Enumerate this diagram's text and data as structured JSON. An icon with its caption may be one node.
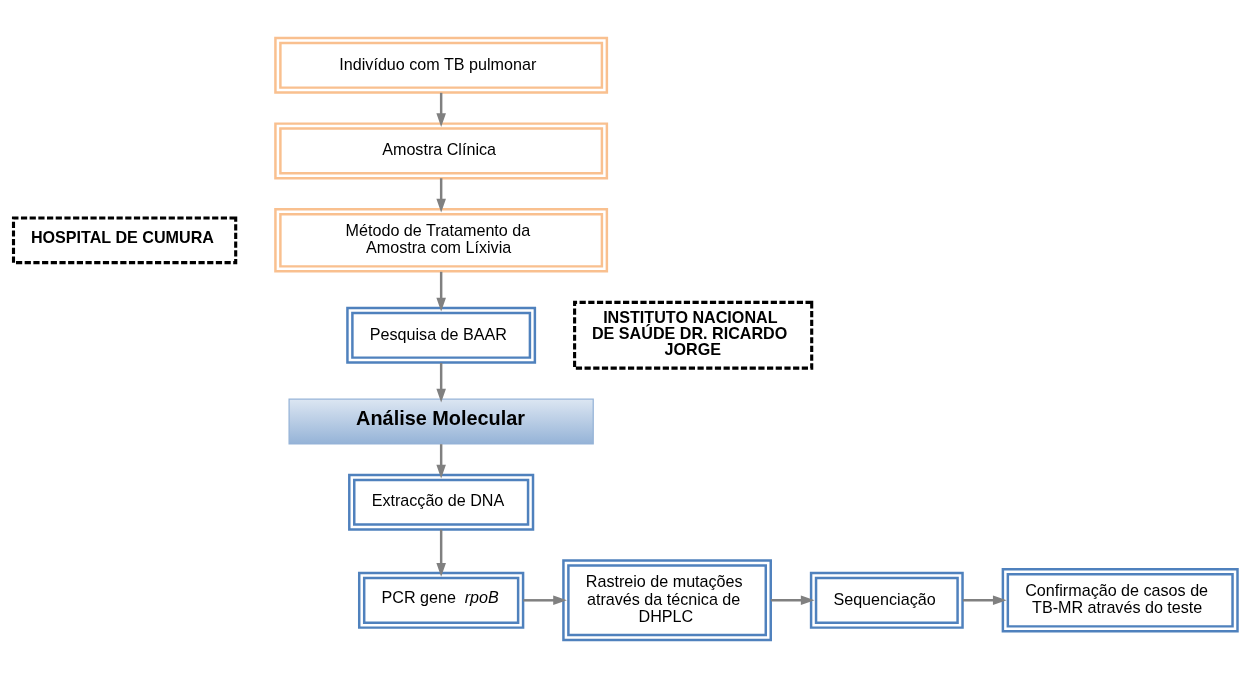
{
  "diagram": {
    "nodes": [
      {
        "text": [
          "Indivíduo com TB pulmonar"
        ]
      },
      {
        "text": [
          "Amostra Clínica"
        ]
      },
      {
        "text": [
          "Método de Tratamento da Amostra com Líxivia"
        ]
      },
      {
        "text": [
          "HOSPITAL DE CUMURA"
        ]
      },
      {
        "text": [
          "Pesquisa de BAAR"
        ]
      },
      {
        "text": [
          "Análise Molecular"
        ]
      },
      {
        "text": [
          "Extracção de DNA"
        ]
      },
      {
        "text": [
          "PCR gene *rpoB*"
        ]
      },
      {
        "text": [
          "Rastreio de mutações através da técnica de DHPLC"
        ]
      },
      {
        "text": [
          "Sequenciação"
        ]
      },
      {
        "text": [
          "Confirmação de casos de TB-MR através do teste"
        ]
      },
      {
        "text": [
          "INSTITUTO NACIONAL DE SAÚDE DR. RICARDO JORGE"
        ]
      }
    ],
    "edges": [
      {
        "from": 0,
        "to": 1,
        "arrow": "to"
      },
      {
        "from": 1,
        "to": 2,
        "arrow": "to"
      },
      {
        "from": 2,
        "to": 4,
        "arrow": "to"
      },
      {
        "from": 4,
        "to": 5,
        "arrow": "to"
      },
      {
        "from": 5,
        "to": 6,
        "arrow": "to"
      },
      {
        "from": 6,
        "to": 7,
        "arrow": "to"
      },
      {
        "from": 7,
        "to": 8,
        "arrow": "to"
      },
      {
        "from": 8,
        "to": 9,
        "arrow": "to"
      },
      {
        "from": 9,
        "to": 10,
        "arrow": "to"
      }
    ]
  }
}
